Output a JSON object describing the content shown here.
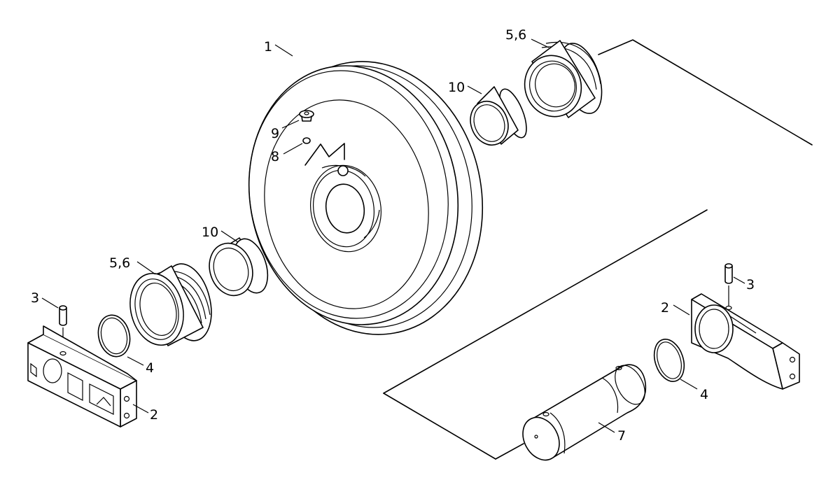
{
  "labels": {
    "wheel": "1",
    "bracket_left": "2",
    "bracket_right": "2",
    "pin_left": "3",
    "pin_right": "3",
    "oring_left": "4",
    "oring_right": "4",
    "seal_left": "5,6",
    "seal_right": "5,6",
    "shaft": "7",
    "plug_hole": "8",
    "plug": "9",
    "bushing_left": "10",
    "bushing_right": "10"
  },
  "colors": {
    "line": "#000000",
    "background": "#ffffff"
  }
}
